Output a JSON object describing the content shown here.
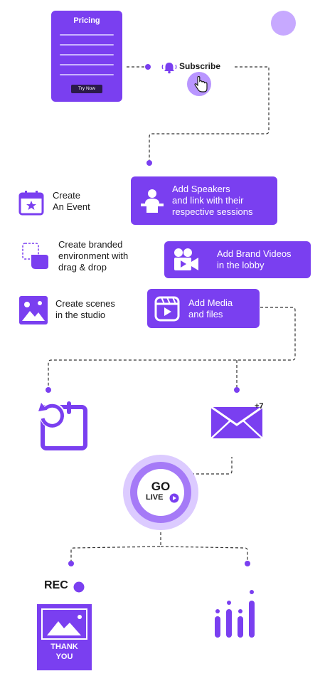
{
  "pricing_card": {
    "title": "Pricing",
    "button_label": "Try Now"
  },
  "subscribe": {
    "label": "Subscribe"
  },
  "steps": [
    {
      "label_lines": [
        "Create",
        "An Event"
      ],
      "icon": "calendar-star-icon",
      "action_lines": [
        "Add Speakers",
        "and link with their",
        "respective sessions"
      ],
      "action_icon": "speaker-podium-icon"
    },
    {
      "label_lines": [
        "Create branded",
        "environment with",
        "drag & drop"
      ],
      "icon": "drag-drop-icon",
      "action_lines": [
        "Add Brand Videos",
        "in the lobby"
      ],
      "action_icon": "video-camera-icon"
    },
    {
      "label_lines": [
        "Create scenes",
        "in the studio"
      ],
      "icon": "image-scene-icon",
      "action_lines": [
        "Add Media",
        "and files"
      ],
      "action_icon": "media-player-icon"
    }
  ],
  "email": {
    "badge": "+7"
  },
  "golive": {
    "go": "GO",
    "live": "LIVE"
  },
  "rec": {
    "label": "REC"
  },
  "thankyou": {
    "line1": "THANK",
    "line2": "YOU"
  },
  "colors": {
    "accent": "#7a3ff0",
    "accent_light": "#c7a9ff",
    "dash": "#2b2b2b"
  }
}
